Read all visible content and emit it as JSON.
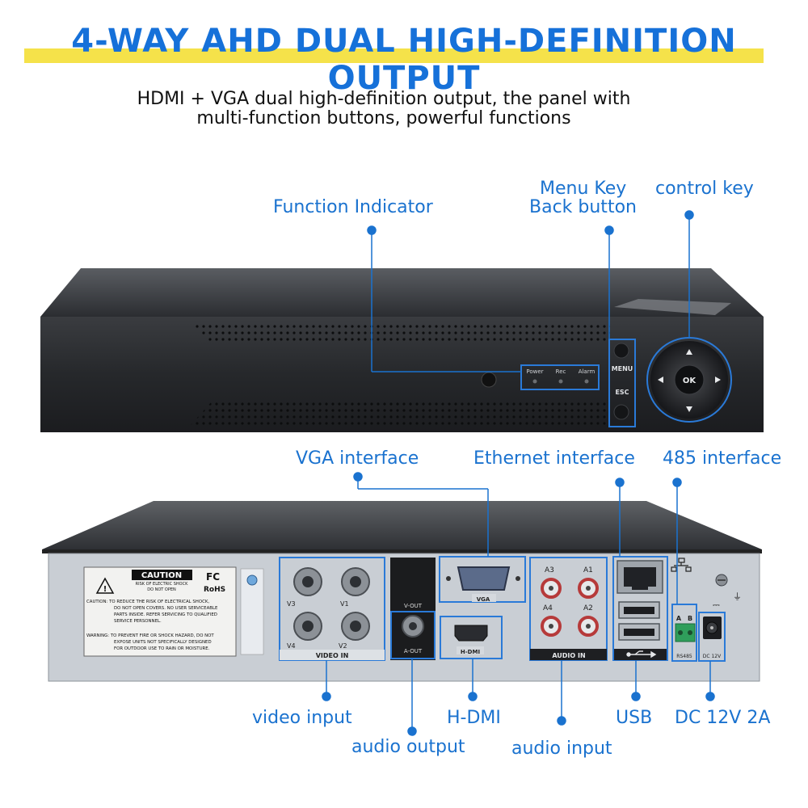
{
  "title": "4-WAY AHD DUAL HIGH-DEFINITION OUTPUT",
  "subtitle_line1": "HDMI + VGA dual high-definition output, the panel with",
  "subtitle_line2": "multi-function buttons, powerful functions",
  "colors": {
    "accent_blue": "#1a72cf",
    "title_blue": "#1671d9",
    "highlight_yellow": "#f5e24a"
  },
  "front_labels": {
    "function_indicator": "Function Indicator",
    "menu_key": "Menu Key",
    "back_button": "Back button",
    "control_key": "control key"
  },
  "front_panel": {
    "power": "Power",
    "rec": "Rec",
    "alarm": "Alarm",
    "menu": "MENU",
    "esc": "ESC",
    "ok": "OK"
  },
  "rear_labels_top": {
    "vga_interface": "VGA interface",
    "ethernet_interface": "Ethernet interface",
    "rs485_interface": "485 interface"
  },
  "rear_labels_bottom": {
    "video_input": "video input",
    "audio_output": "audio output",
    "hdmi": "H-DMI",
    "audio_input": "audio input",
    "usb": "USB",
    "dc": "DC 12V 2A"
  },
  "rear_panel": {
    "caution_title": "CAUTION",
    "caution_sub1": "RISK OF ELECTRIC SHOCK",
    "caution_sub2": "DO NOT OPEN",
    "fc": "FC",
    "rohs": "RoHS",
    "caution_text1": "CAUTION: TO REDUCE THE RISK OF ELECTRICAL SHOCK,",
    "caution_text2": "DO NOT OPEN COVERS. NO USER SERVICEABLE",
    "caution_text3": "PARTS INSIDE. REFER SERVICING TO QUALIFIED",
    "caution_text4": "SERVICE PERSONNEL.",
    "warning_text1": "WARNING: TO PREVENT FIRE OR SHOCK HAZARD, DO NOT",
    "warning_text2": "EXPOSE UNITS NOT SPECIFICALLY DESIGNED",
    "warning_text3": "FOR OUTDOOR USE TO RAIN OR MOISTURE.",
    "v1": "V1",
    "v2": "V2",
    "v3": "V3",
    "v4": "V4",
    "video_in": "VIDEO IN",
    "v_out": "V-OUT",
    "a_out": "A-OUT",
    "vga": "VGA",
    "h_dmi": "H-DMI",
    "a1": "A1",
    "a2": "A2",
    "a3": "A3",
    "a4": "A4",
    "audio_in": "AUDIO IN",
    "rs485": "RS485",
    "dc12v": "DC 12V",
    "a": "A",
    "b": "B"
  }
}
